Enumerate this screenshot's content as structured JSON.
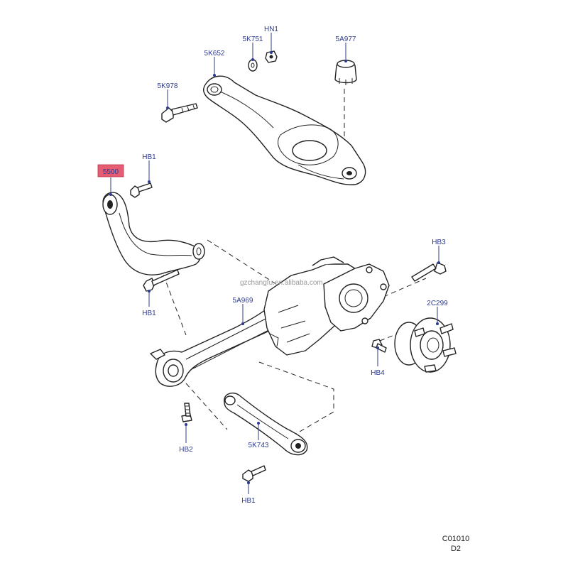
{
  "callouts": {
    "hn1": "HN1",
    "k751": "5K751",
    "a977": "5A977",
    "k652": "5K652",
    "k978": "5K978",
    "hb1_top": "HB1",
    "p5500": "5500",
    "hb1_mid": "HB1",
    "hb3": "HB3",
    "a969": "5A969",
    "c299": "2C299",
    "hb4": "HB4",
    "k743": "5K743",
    "hb2": "HB2",
    "hb1_bottom": "HB1"
  },
  "watermark": "gzchangfu.en.alibaba.com",
  "figure_code": {
    "line1": "C01010",
    "line2": "D2"
  },
  "colors": {
    "callout_text": "#2e3a8c",
    "highlight": "#e0405a",
    "line_art": "#222222"
  }
}
